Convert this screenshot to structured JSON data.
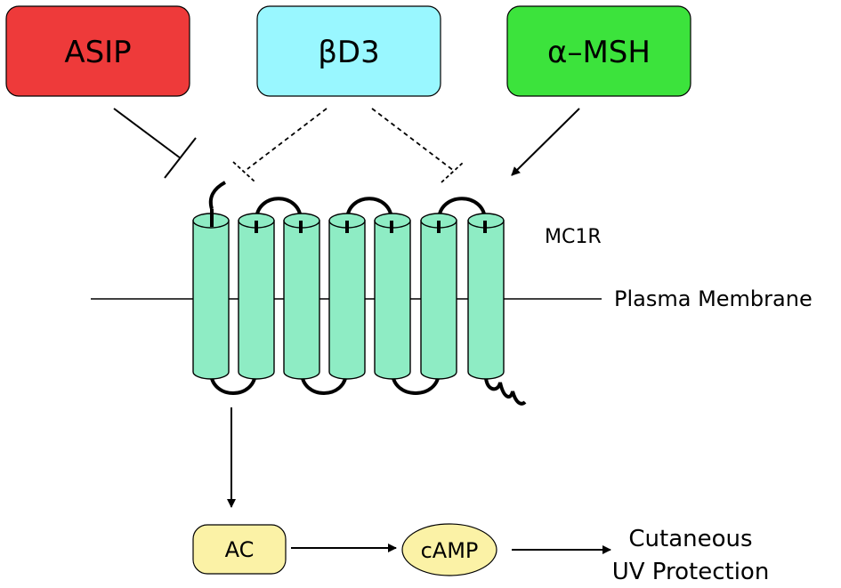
{
  "ligands": [
    {
      "id": "asip",
      "label": "ASIP",
      "color": "#ee3a3a",
      "effect": "inhibits"
    },
    {
      "id": "bd3",
      "label": "βD3",
      "color": "#99f7ff",
      "effect": "dashed-inhibits"
    },
    {
      "id": "amsh",
      "label": "α–MSH",
      "color": "#3ce33c",
      "effect": "activates"
    }
  ],
  "receptor": {
    "label": "MC1R",
    "color": "#8eecc4",
    "transmembrane_segments": 7
  },
  "membrane": {
    "label": "Plasma Membrane"
  },
  "cascade": {
    "ac": {
      "label": "AC",
      "color": "#fbf2a6"
    },
    "camp": {
      "label": "cAMP",
      "color": "#fbf2a6"
    },
    "outcome": {
      "line1": "Cutaneous",
      "line2": "UV Protection"
    }
  }
}
